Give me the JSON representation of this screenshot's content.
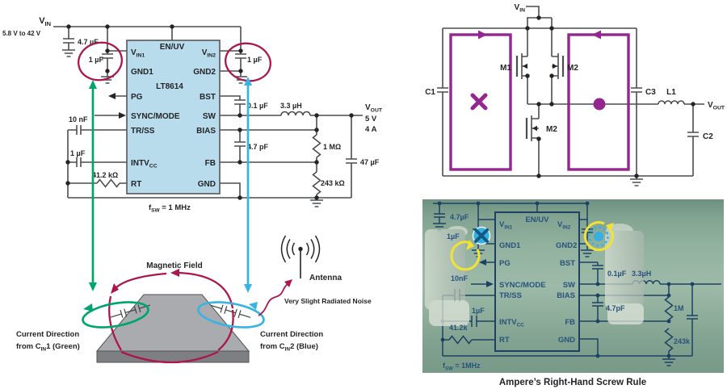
{
  "colors": {
    "accent_red": "#ab174c",
    "loop_green": "#00a56b",
    "loop_cyan": "#38b3e2",
    "loop_purple": "#93278f",
    "screw_yellow": "#f2e234",
    "ic_fill": "#b9dced",
    "wire": "#4c4d4f",
    "photo_wire": "#1d4162",
    "board_gray": "#a9abae"
  },
  "left_diagram": {
    "vin": {
      "v": "V",
      "sub": "IN"
    },
    "vin_range": "5.8 V to 42 V",
    "vout": {
      "v": "V",
      "sub": "OUT"
    },
    "vout_v": "5 V",
    "vout_a": "4 A",
    "fsw": {
      "v": "f",
      "sub": "SW",
      "rest": " = 1 MHz"
    },
    "comps": {
      "c_bulk": "4.7 µF",
      "c_in1": "1 µF",
      "c_in2": "1 µF",
      "c_10n": "10 nF",
      "c_1u": "1 µF",
      "r_rt": "41.2 kΩ",
      "c_bst": "0.1 µF",
      "ind": "3.3 µH",
      "c_ff": "4.7 pF",
      "r_top": "1 MΩ",
      "c_out": "47 µF",
      "r_bot": "243 kΩ"
    },
    "pins": {
      "ic_name": "LT8614",
      "vin1": {
        "v": "V",
        "sub": "IN1"
      },
      "en_uv": "EN/UV",
      "vin2": {
        "v": "V",
        "sub": "IN2"
      },
      "gnd1": "GND1",
      "gnd2": "GND2",
      "pg": "PG",
      "bst": "BST",
      "sync_mode": "SYNC/MODE",
      "sw": "SW",
      "tr_ss": "TR/SS",
      "bias": "BIAS",
      "intvcc": {
        "v": "INTV",
        "sub": "CC"
      },
      "fb": "FB",
      "rt": "RT",
      "gnd": "GND"
    },
    "board": {
      "magnetic_field": "Magnetic Field",
      "antenna": "Antenna",
      "noise": "Very Slight Radiated Noise",
      "cur1_line1": "Current Direction",
      "cur1_pre": "from C",
      "cur1_sub": "IN",
      "cur1_post": "1 (Green)",
      "cur2_line1": "Current Direction",
      "cur2_pre": "from C",
      "cur2_sub": "IN",
      "cur2_post": "2 (Blue)"
    }
  },
  "loop_schematic": {
    "vin": {
      "v": "V",
      "sub": "IN"
    },
    "c1": "C1",
    "m1": "M1",
    "m2_top": "M2",
    "m2_bottom": "M2",
    "c3": "C3",
    "l1": "L1",
    "c2": "C2",
    "vout": {
      "v": "V",
      "sub": "OUT"
    }
  },
  "pcb_photo": {
    "pins": {
      "vin1": {
        "v": "V",
        "sub": "IN1"
      },
      "en_uv": "EN/UV",
      "vin2": {
        "v": "V",
        "sub": "IN2"
      },
      "gnd1": "GND1",
      "gnd2": "GND2",
      "pg": "PG",
      "bst": "BST",
      "sync_mode": "SYNC/MODE",
      "sw": "SW",
      "tr_ss": "TR/SS",
      "bias": "BIAS",
      "intvcc": {
        "v": "INTV",
        "sub": "CC"
      },
      "fb": "FB",
      "rt": "RT",
      "gnd": "GND"
    },
    "comps": {
      "c_bulk": "4.7µF",
      "c_in1": "1µF",
      "c_10n": "10nF",
      "c_1u": "1µF",
      "r_rt": "41.2k",
      "c_bst": "0.1µF",
      "ind": "3.3µH",
      "c_ff": "4.7pF",
      "r_top": "1M",
      "r_bot": "243k"
    },
    "fsw": {
      "v": "f",
      "sub": "SW",
      "rest": " = 1MHz"
    },
    "caption": "Ampere’s Right-Hand Screw Rule"
  }
}
